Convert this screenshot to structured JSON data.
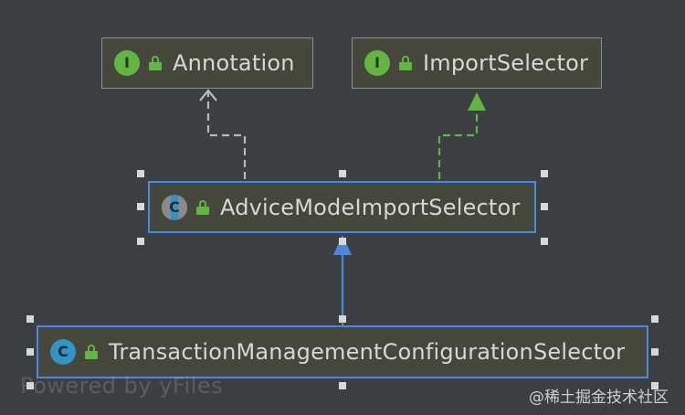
{
  "diagram": {
    "nodes": [
      {
        "id": "annotation",
        "label": "Annotation",
        "kind": "interface",
        "badge": "I"
      },
      {
        "id": "import_selector",
        "label": "ImportSelector",
        "kind": "interface",
        "badge": "I"
      },
      {
        "id": "advice",
        "label": "AdviceModeImportSelector",
        "kind": "abstract-class",
        "badge": "C"
      },
      {
        "id": "transaction",
        "label": "TransactionManagementConfigurationSelector",
        "kind": "class",
        "badge": "C"
      }
    ],
    "edges": [
      {
        "from": "advice",
        "to": "annotation",
        "type": "dependency",
        "style": "dashed",
        "color": "#b8b8b8"
      },
      {
        "from": "advice",
        "to": "import_selector",
        "type": "implements",
        "style": "dashed",
        "color": "#62b543"
      },
      {
        "from": "transaction",
        "to": "advice",
        "type": "extends",
        "style": "solid",
        "color": "#4a89dc"
      }
    ]
  },
  "colors": {
    "background": "#3c3f41",
    "node_fill": "#45473d",
    "node_border": "#8b8f91",
    "selected_border": "#4a89dc",
    "interface_badge": "#62b543",
    "class_badge": "#3592c4"
  },
  "icons": {
    "visibility": "lock-icon",
    "interface": "interface-badge-icon",
    "class": "class-badge-icon"
  },
  "watermark": "Powered by yFiles",
  "credit": "@稀土掘金技术社区"
}
